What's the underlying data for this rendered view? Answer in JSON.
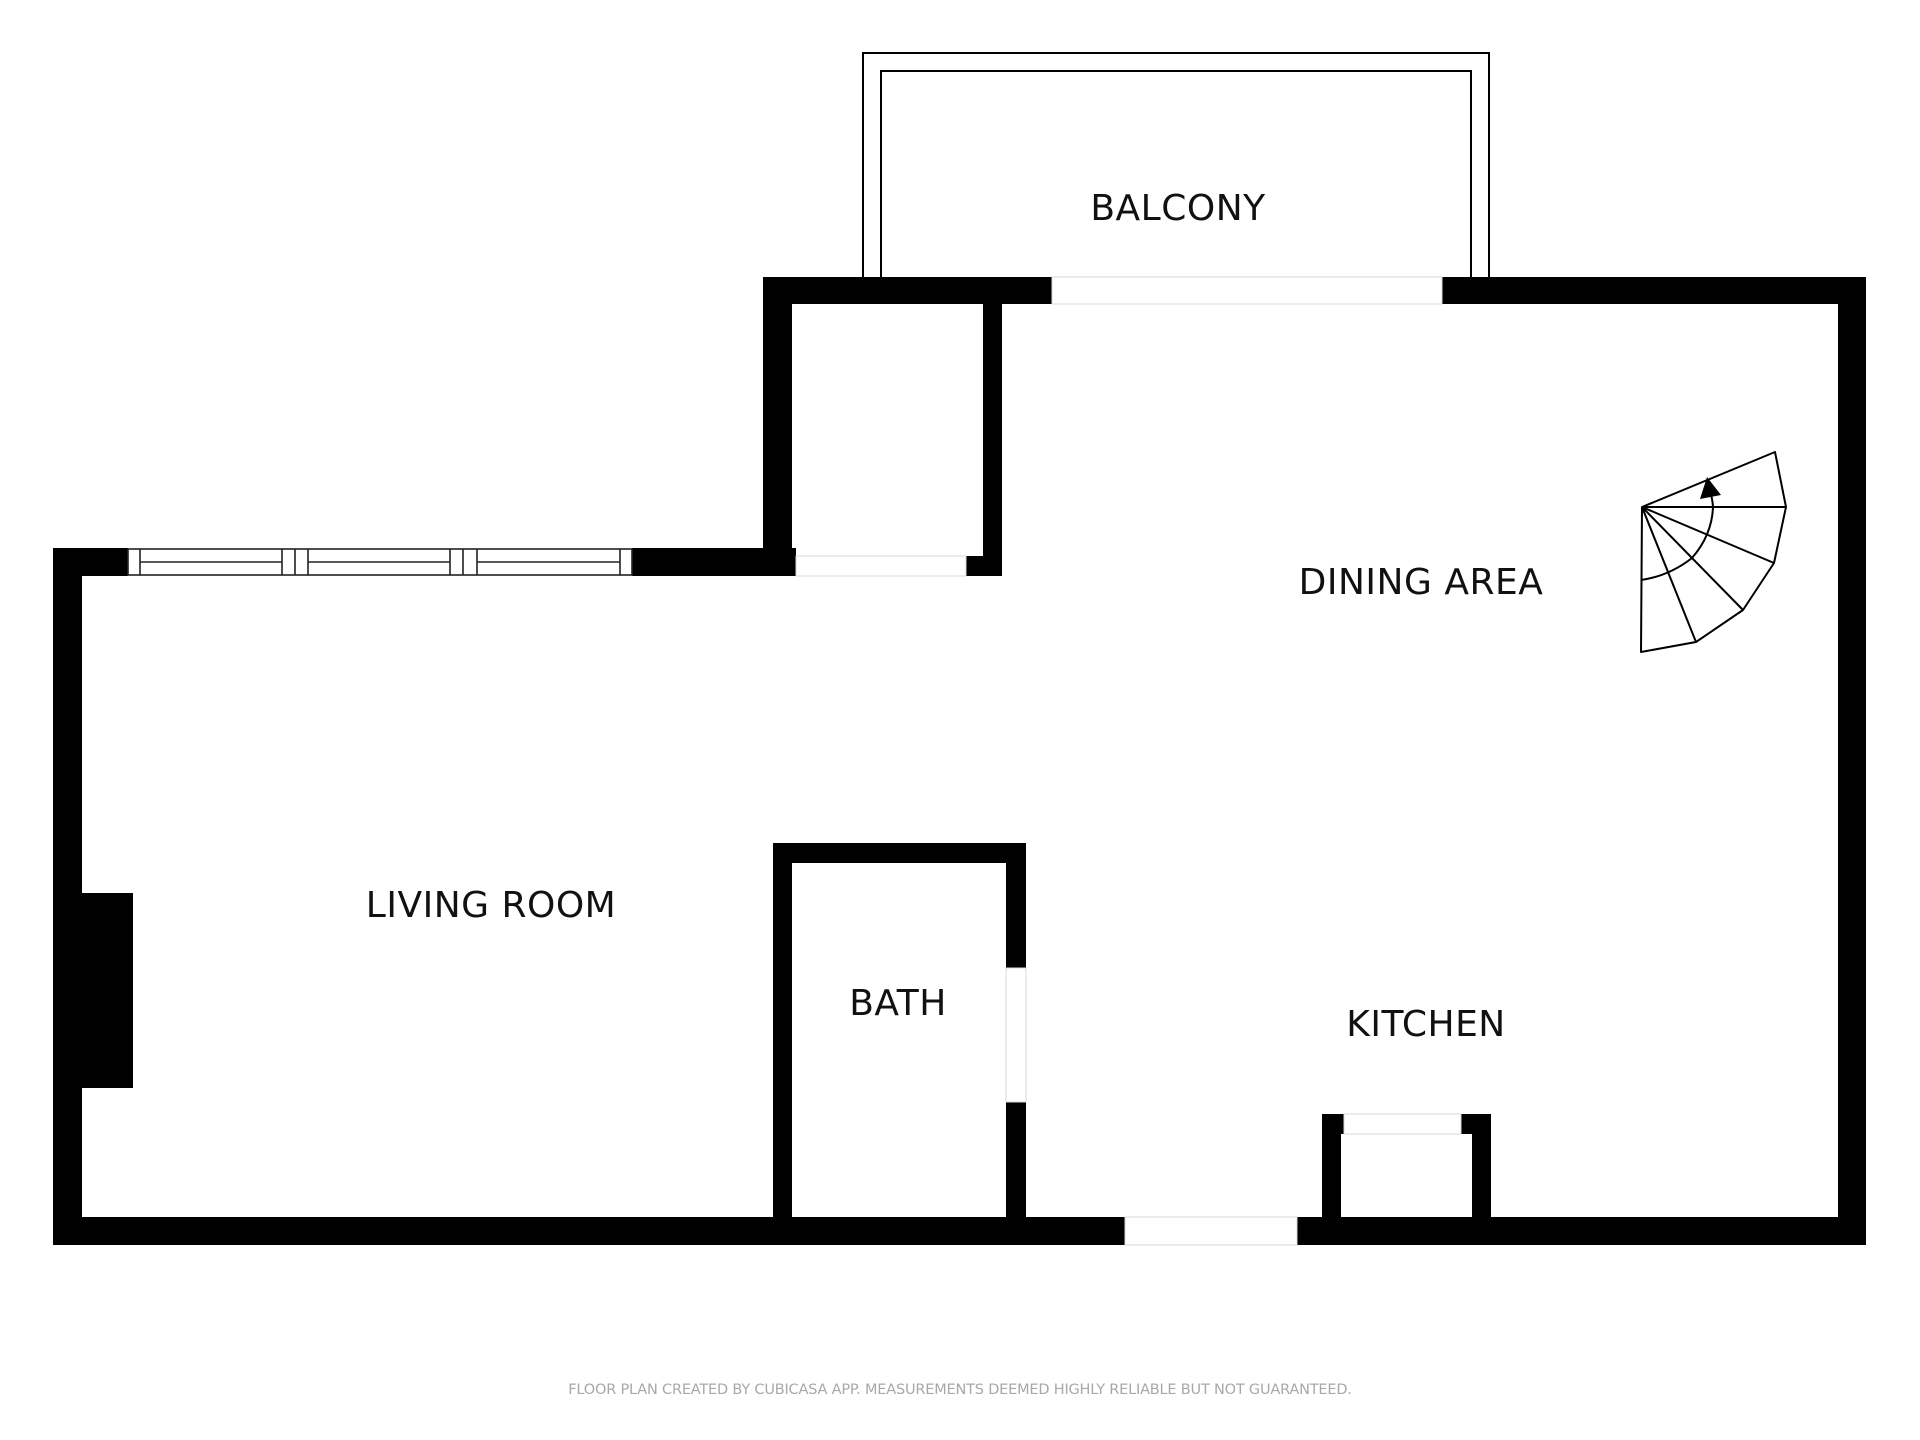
{
  "floor_plan": {
    "rooms": [
      {
        "id": "balcony",
        "label": "BALCONY"
      },
      {
        "id": "dining-area",
        "label": "DINING AREA"
      },
      {
        "id": "living-room",
        "label": "LIVING ROOM"
      },
      {
        "id": "bath",
        "label": "BATH"
      },
      {
        "id": "kitchen",
        "label": "KITCHEN"
      }
    ],
    "features": {
      "stairs": "spiral-staircase",
      "fireplace": "fireplace-block",
      "window": "triple-pane-window"
    },
    "footer": "FLOOR PLAN CREATED BY CUBICASA APP. MEASUREMENTS DEEMED HIGHLY RELIABLE BUT NOT GUARANTEED.",
    "colors": {
      "wall": "#000000",
      "background": "#ffffff",
      "footer_text": "#a8a8a8"
    }
  }
}
